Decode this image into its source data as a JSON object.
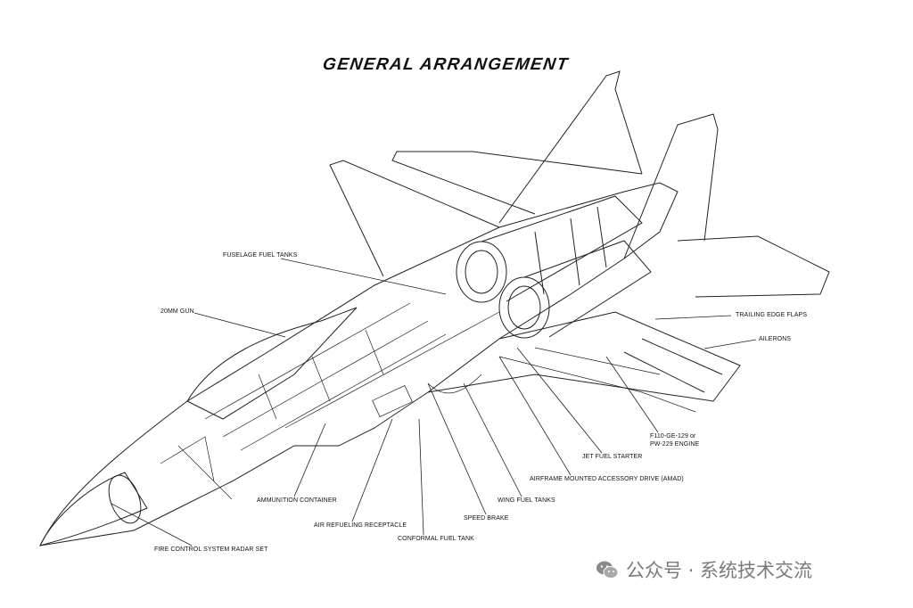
{
  "title": "GENERAL ARRANGEMENT",
  "labels": {
    "fuselage_fuel_tanks": "FUSELAGE FUEL TANKS",
    "gun": "20MM GUN",
    "trailing_edge_flaps": "TRAILING EDGE FLAPS",
    "ailerons": "AILERONS",
    "engine_line1": "F110-GE-129 or",
    "engine_line2": "PW-229 ENGINE",
    "jet_fuel_starter": "JET FUEL STARTER",
    "amad": "AIRFRAME MOUNTED ACCESSORY DRIVE (AMAD)",
    "wing_fuel_tanks": "WING FUEL TANKS",
    "speed_brake": "SPEED BRAKE",
    "conformal_fuel_tank": "CONFORMAL FUEL TANK",
    "air_refueling_receptacle": "AIR REFUELING RECEPTACLE",
    "ammunition_container": "AMMUNITION CONTAINER",
    "radar": "FIRE CONTROL SYSTEM RADAR SET"
  },
  "watermark": {
    "icon": "wechat-icon",
    "text": "公众号 · 系统技术交流"
  }
}
